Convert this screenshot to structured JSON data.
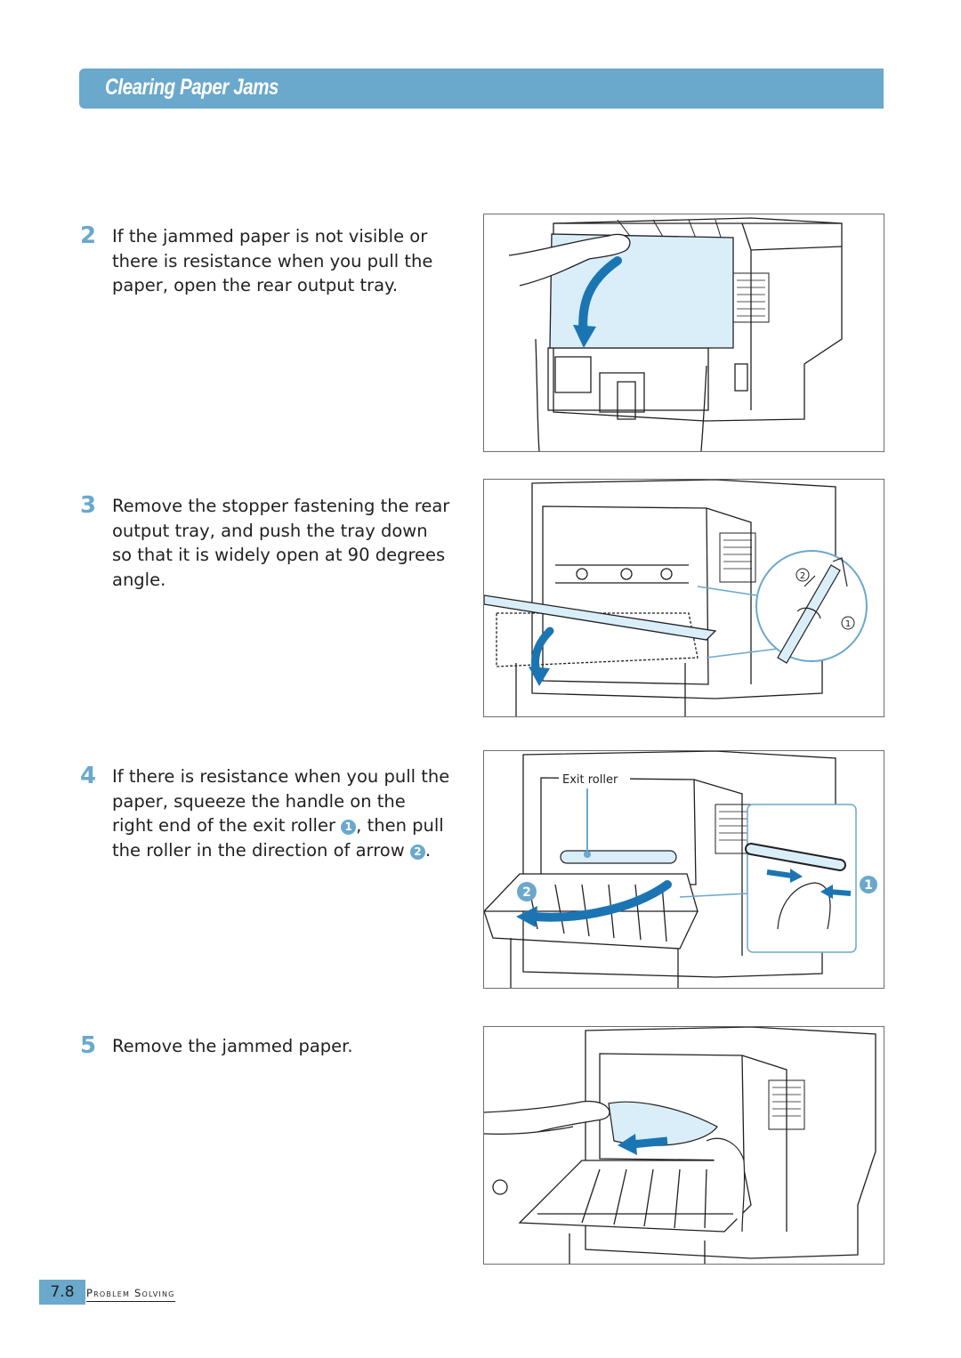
{
  "header": {
    "title": "Clearing Paper Jams"
  },
  "steps": [
    {
      "number": "2",
      "text": "If the jammed paper is not visible or there is resistance when you pull the paper, open the rear output tray."
    },
    {
      "number": "3",
      "text": "Remove the stopper fastening the rear output tray, and push the tray down so that it is widely open at 90 degrees angle."
    },
    {
      "number": "4",
      "text_a": "If there is resistance when you pull the paper, squeeze the handle on the right end of the exit roller ",
      "callout_1": "1",
      "text_b": ", then pull the roller in the direction of arrow ",
      "callout_2": "2",
      "text_c": "."
    },
    {
      "number": "5",
      "text": "Remove the jammed paper."
    }
  ],
  "figures": {
    "fig3_callouts": [
      "2",
      "1"
    ],
    "fig4_label": "Exit roller",
    "fig4_callouts": [
      "2",
      "1"
    ]
  },
  "footer": {
    "page_number": "7.8",
    "section": "Problem Solving"
  },
  "colors": {
    "accent": "#6aa8cc",
    "arrow": "#1b75b3",
    "paper": "#d9eef8"
  }
}
